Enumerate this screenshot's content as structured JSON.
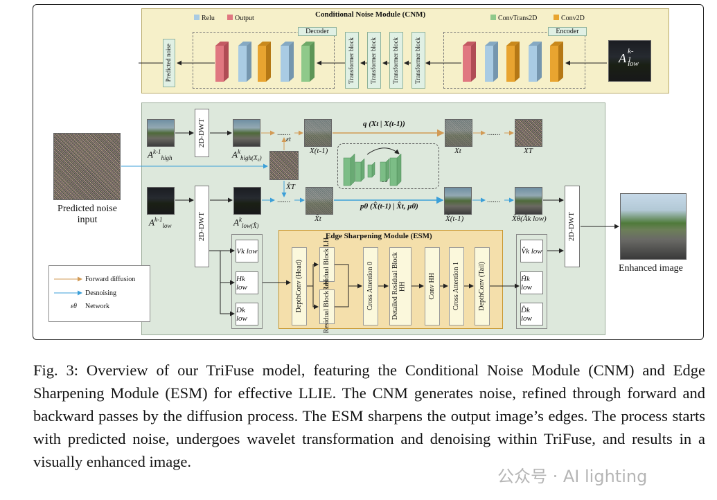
{
  "cnm": {
    "title": "Conditional Noise Module (CNM)",
    "legend": [
      {
        "label": "Relu",
        "color": "#a9cbe3"
      },
      {
        "label": "Output",
        "color": "#e07780"
      },
      {
        "label": "ConvTrans2D",
        "color": "#8fc98a"
      },
      {
        "label": "Conv2D",
        "color": "#e8a430"
      }
    ],
    "decoder_label": "Decoder",
    "encoder_label": "Encoder",
    "predicted_noise_label": "Predicted noise",
    "transformer_block_label": "Transformer block",
    "input_label": "A",
    "input_sup": "k-1",
    "input_sub": "low"
  },
  "left": {
    "predicted_noise_input": "Predicted noise input"
  },
  "main": {
    "dwt_label": "2D-DWT",
    "a_high_prev": {
      "base": "A",
      "sup": "k-1",
      "sub": "high"
    },
    "a_high": {
      "base": "A",
      "sup": "k",
      "sub": "high(X₀)"
    },
    "a_low_prev": {
      "base": "A",
      "sup": "k-1",
      "sub": "low"
    },
    "a_low": {
      "base": "A",
      "sup": "k",
      "sub": "low(X̂)"
    },
    "eps_t": "εt",
    "x_hat_T": "X̂T",
    "x_t1": "X(t-1)",
    "x_t": "Xt",
    "x_T": "XT",
    "x_hat_t": "X̂t",
    "x_hat_t1": "X̂(t-1)",
    "x_hat_0": "X̂θ(Âk low)",
    "q_formula": "q (Xt | X(t-1))",
    "p_formula": "pθ (X̂(t-1) | X̂t, μθ)",
    "eps_theta": "εθ",
    "v_low": "Vk low",
    "h_low": "Hk low",
    "d_low": "Dk low",
    "v_hat": "V̂k low",
    "h_hat": "Ĥk low",
    "d_hat": "D̂k low"
  },
  "esm": {
    "title": "Edge Sharpening Module (ESM)",
    "blocks": [
      "DepthConv (Head)",
      "Residual Block LH",
      "Residual Block LH",
      "Cross Attention 0",
      "Detailed Residual Block HH",
      "Conv HH",
      "Cross Attention 1",
      "DepthConv (Tail)"
    ]
  },
  "legend_box": {
    "forward": "Forward diffusion",
    "denoise": "Desnoising",
    "network_symbol": "εθ",
    "network": "Network",
    "forward_color": "#d29a55",
    "denoise_color": "#3b9fd8"
  },
  "output": {
    "enhanced_image": "Enhanced image"
  },
  "caption": {
    "text": "Fig. 3: Overview of our TriFuse model, featuring the Conditional Noise Module (CNM) and Edge Sharpening Module (ESM) for effective LLIE. The CNM generates noise, refined through forward and backward passes by the diffusion process. The ESM sharpens the output image’s edges. The process starts with predicted noise, undergoes wavelet transformation and denoising within TriFuse, and results in a visually enhanced image.",
    "watermark": "公众号 · AI lighting"
  }
}
